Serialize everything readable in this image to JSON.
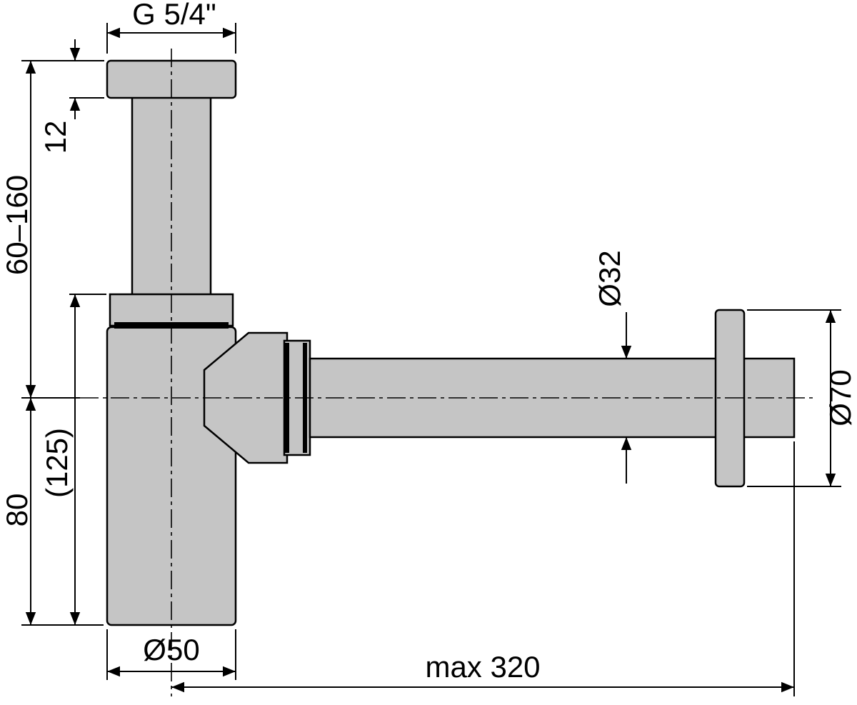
{
  "colors": {
    "background": "#ffffff",
    "part_fill": "#c5c5c5",
    "line": "#000000"
  },
  "dimensions": {
    "thread": "G 5/4\"",
    "flange_thickness": "12",
    "inlet_adjust_range": "60–160",
    "body_below_center": "80",
    "body_height": "(125)",
    "body_diameter": "Ø50",
    "pipe_diameter": "Ø32",
    "rosette_diameter": "Ø70",
    "outlet_max_length": "max 320"
  }
}
